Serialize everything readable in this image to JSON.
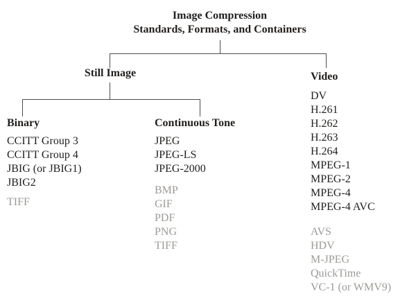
{
  "diagram": {
    "title_line1": "Image Compression",
    "title_line2": "Standards, Formats, and Containers",
    "branches": {
      "still_image_label": "Still Image",
      "video_label": "Video",
      "binary_label": "Binary",
      "continuous_tone_label": "Continuous Tone"
    },
    "binary": {
      "standards": [
        "CCITT Group 3",
        "CCITT Group 4",
        "JBIG (or JBIG1)",
        "JBIG2"
      ],
      "muted_formats": [
        "TIFF"
      ]
    },
    "continuous_tone": {
      "standards": [
        "JPEG",
        "JPEG-LS",
        "JPEG-2000"
      ],
      "muted_formats": [
        "BMP",
        "GIF",
        "PDF",
        "PNG",
        "TIFF"
      ]
    },
    "video": {
      "standards": [
        "DV",
        "H.261",
        "H.262",
        "H.263",
        "H.264",
        "MPEG-1",
        "MPEG-2",
        "MPEG-4",
        "MPEG-4 AVC"
      ],
      "muted_formats": [
        "AVS",
        "HDV",
        "M-JPEG",
        "QuickTime",
        "VC-1 (or WMV9)"
      ]
    },
    "colors": {
      "text": "#211e1c",
      "muted_text": "#9d9a96",
      "connector_line": "#4c4c4c",
      "background": "#ffffff"
    }
  }
}
